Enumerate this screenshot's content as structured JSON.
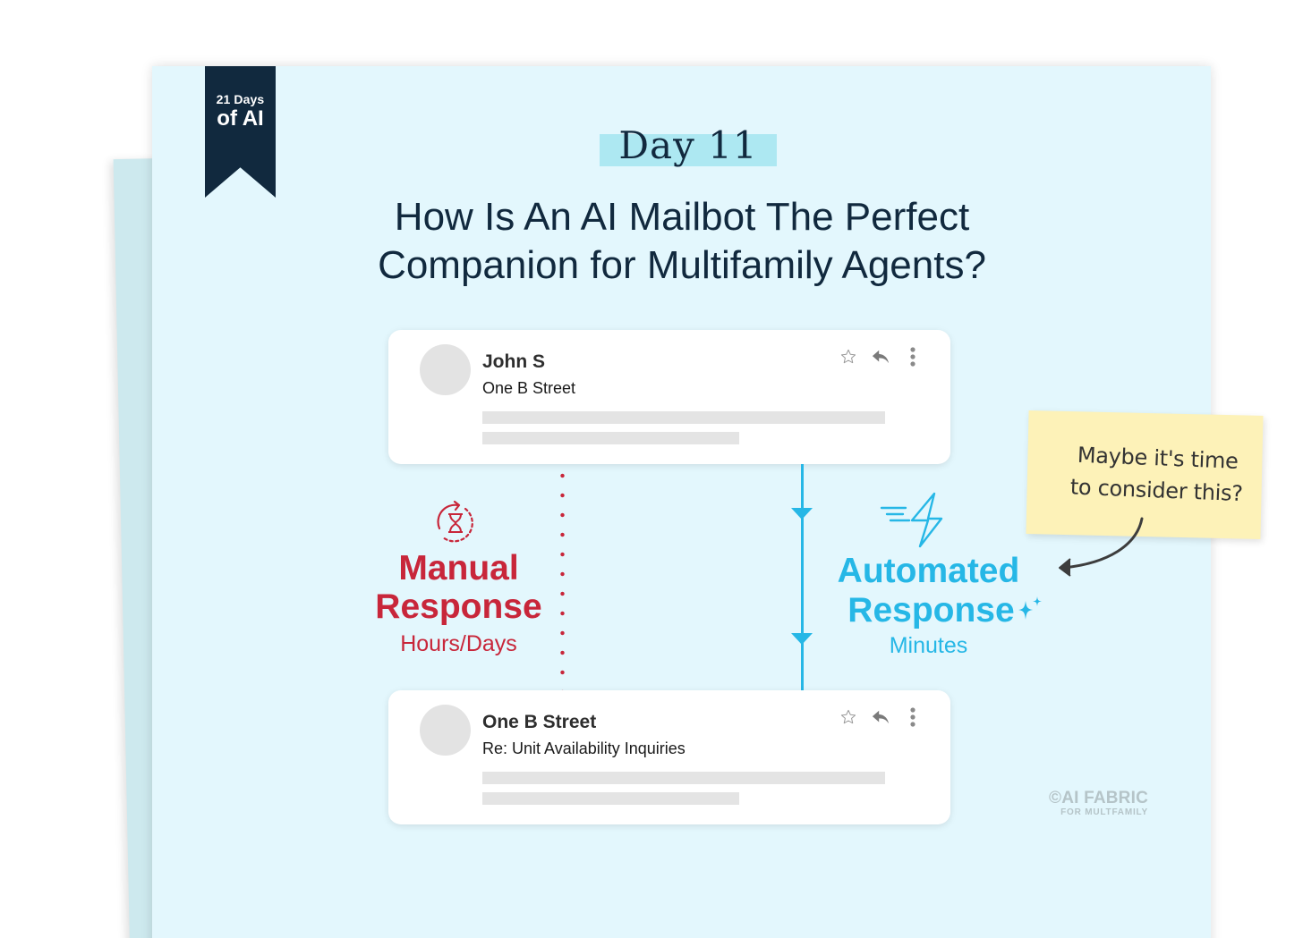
{
  "badge": {
    "line1": "21 Days",
    "line2": "of AI",
    "color": "#11293e"
  },
  "header": {
    "day_label": "Day 11",
    "highlight_color": "#ade8f2",
    "title_line1": "How Is An AI Mailbot The Perfect",
    "title_line2": "Companion for Multifamily Agents?"
  },
  "emails": [
    {
      "sender": "John S",
      "subject": "One B Street",
      "icons": [
        "star-icon",
        "reply-icon",
        "more-vertical-icon"
      ]
    },
    {
      "sender": "One B Street",
      "subject": "Re: Unit Availability Inquiries",
      "icons": [
        "star-icon",
        "reply-icon",
        "more-vertical-icon"
      ]
    }
  ],
  "manual": {
    "title_line1": "Manual",
    "title_line2": "Response",
    "duration": "Hours/Days",
    "icon": "hourglass-refresh-icon",
    "color": "#c8263a"
  },
  "automated": {
    "title_line1": "Automated",
    "title_line2": "Response",
    "duration": "Minutes",
    "icon": "lightning-fast-icon",
    "accent_icon": "sparkle-icon",
    "color": "#26b7e6"
  },
  "sticky_note": {
    "line1": "Maybe it's time",
    "line2": "to consider this?",
    "color": "#fdf2b8"
  },
  "watermark": {
    "line1": "©AI FABRIC",
    "line2": "FOR MULTFAMILY"
  }
}
